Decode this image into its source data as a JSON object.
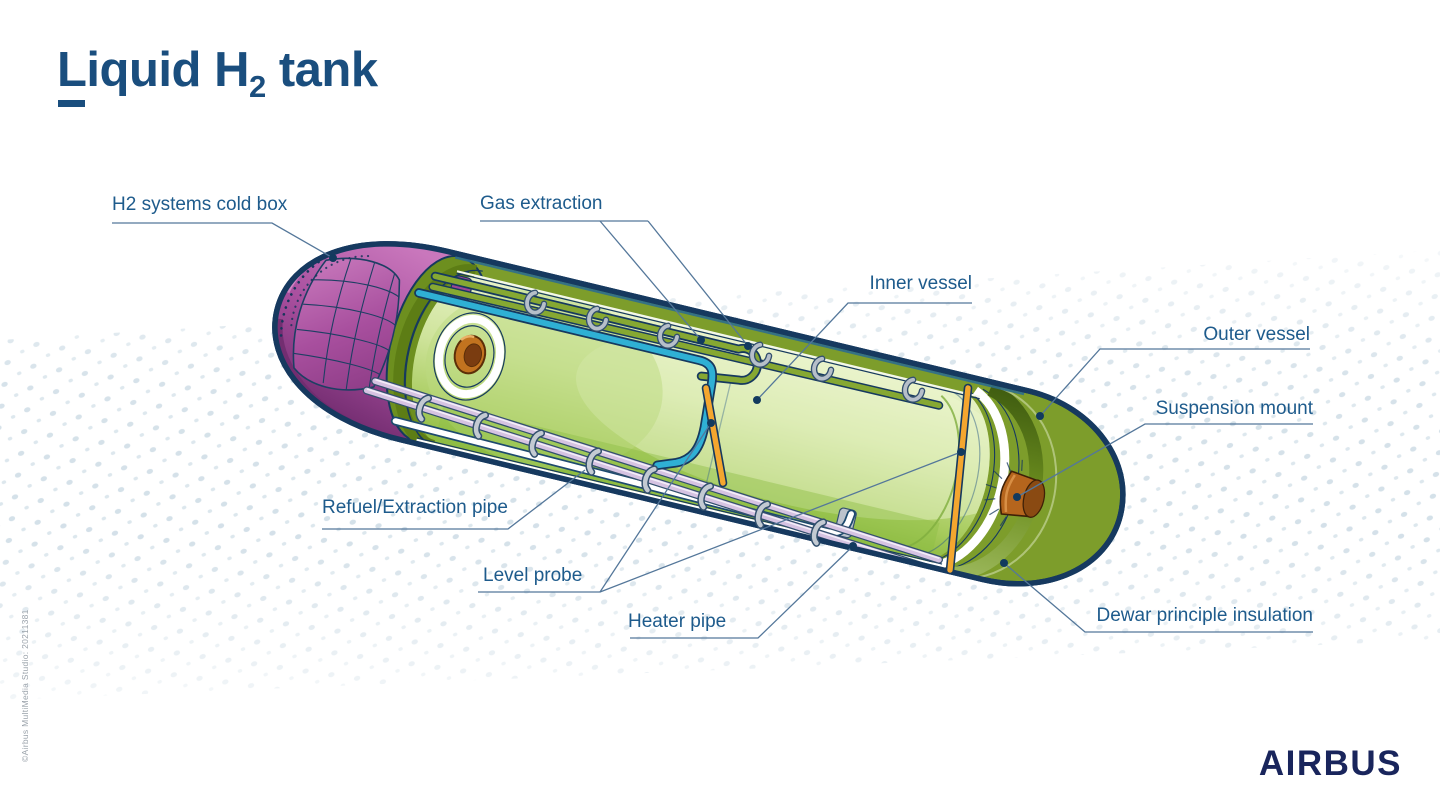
{
  "title": {
    "text_before_sub": "Liquid H",
    "subscript": "2",
    "text_after_sub": " tank"
  },
  "callouts": {
    "cold_box": "H2 systems cold box",
    "gas_extraction": "Gas extraction",
    "inner_vessel": "Inner vessel",
    "outer_vessel": "Outer vessel",
    "suspension_mount": "Suspension mount",
    "refuel_pipe": "Refuel/Extraction pipe",
    "level_probe": "Level probe",
    "heater_pipe": "Heater pipe",
    "dewar_insulation": "Dewar principle insulation"
  },
  "branding": {
    "logo_text": "AIRBUS",
    "copyright_text": "©Airbus MultiMedia Studio: 20211381"
  },
  "colors": {
    "title_blue": "#1A4E7E",
    "callout_text": "#1E5B8C",
    "leader_line": "#54779A",
    "outline_navy": "#16395F",
    "shell_olive": "#7D9D2B",
    "interior_green": "#CFE49C",
    "cold_box_purple": "#A84F9E",
    "gas_pipe_cyan": "#2FB0D4",
    "level_probe_orange": "#F4A62F",
    "suspension_mount_rust": "#B5651D",
    "refuel_pipe_lavender": "#D6C3E2",
    "logo_navy": "#19255C",
    "halftone_dot": "#CFDDE6"
  }
}
